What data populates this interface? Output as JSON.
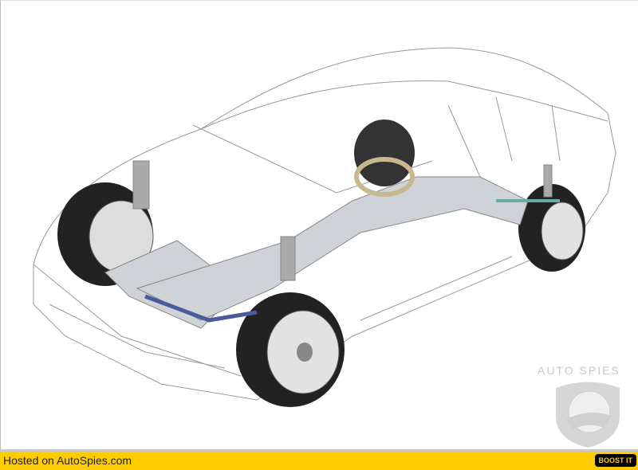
{
  "image": {
    "alt_subject": "car-chassis-cutaway"
  },
  "watermark": {
    "text": "AUTO SPIES"
  },
  "footer": {
    "hosted_label": "Hosted on AutoSpies.com",
    "boost_label": "BOOST IT"
  },
  "colors": {
    "footer_bg": "#ffcc00",
    "boost_bg": "#000000",
    "boost_text": "#ffcc00"
  }
}
